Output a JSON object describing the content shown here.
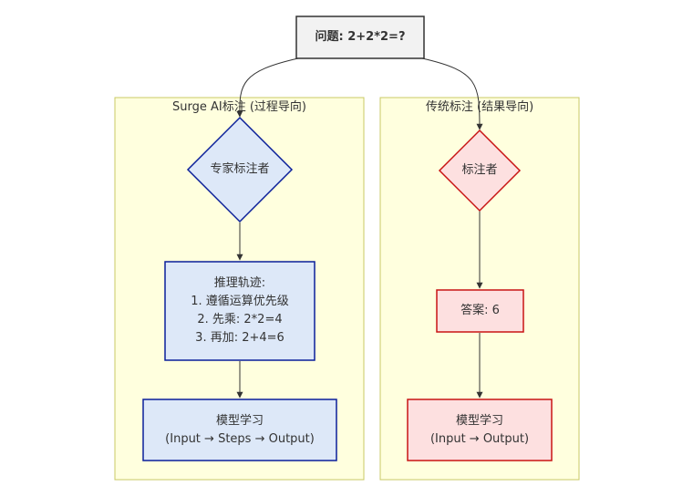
{
  "question": {
    "label": "问题: 2+2*2=?"
  },
  "left_group": {
    "title": "Surge AI标注 (过程导向)",
    "expert": "专家标注者",
    "reasoning_lines": [
      "推理轨迹:",
      "1. 遵循运算优先级",
      "2. 先乘: 2*2=4",
      "3. 再加: 2+4=6"
    ],
    "model_lines": [
      "模型学习",
      "(Input → Steps → Output)"
    ]
  },
  "right_group": {
    "title": "传统标注 (结果导向)",
    "annotator": "标注者",
    "answer": "答案: 6",
    "model_lines": [
      "模型学习",
      "(Input → Output)"
    ]
  },
  "colors": {
    "group_fill": "#ffffde",
    "group_stroke": "#c8c864",
    "question_fill": "#f2f2f2",
    "question_stroke": "#333333",
    "blue_fill": "#dde8f8",
    "blue_stroke": "#0a1f9a",
    "red_fill": "#fde0e0",
    "red_stroke": "#c81414",
    "edge": "#333333"
  }
}
